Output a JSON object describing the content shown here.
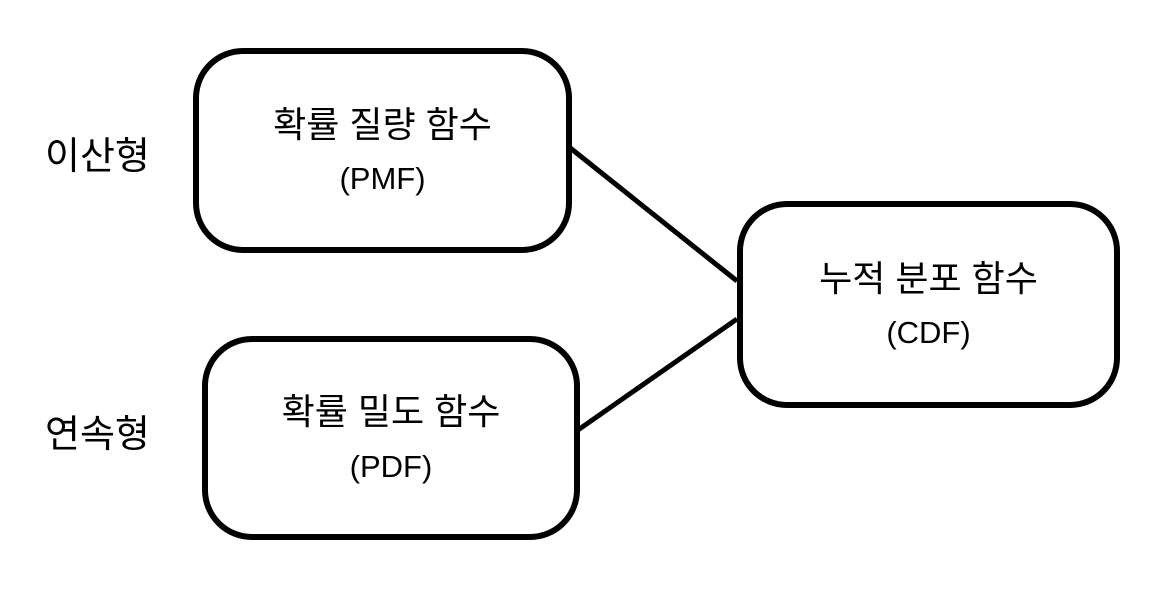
{
  "diagram": {
    "title": "PMF / PDF / CDF relationship diagram",
    "colors": {
      "background": "#ffffff",
      "stroke": "#000000",
      "text": "#000000"
    },
    "row_labels": {
      "discrete": "이산형",
      "continuous": "연속형"
    },
    "nodes": {
      "pmf": {
        "title": "확률 질량 함수",
        "abbr": "(PMF)"
      },
      "pdf": {
        "title": "확률 밀도 함수",
        "abbr": "(PDF)"
      },
      "cdf": {
        "title": "누적 분포 함수",
        "abbr": "(CDF)"
      }
    },
    "connections": [
      {
        "from": "pmf",
        "to": "cdf"
      },
      {
        "from": "pdf",
        "to": "cdf"
      }
    ]
  }
}
